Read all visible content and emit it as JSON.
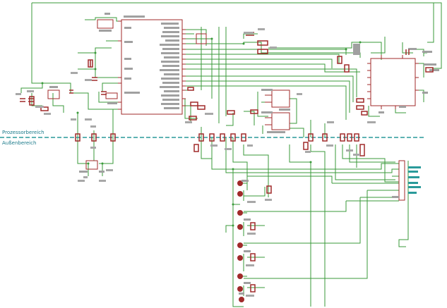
{
  "schematic": {
    "zones": {
      "upper_label": "Prozessorbereich",
      "lower_label": "Außenbereich"
    },
    "colors": {
      "wire": "#3a9a3a",
      "component": "#a02a2a",
      "part_text": "#8a8a8a",
      "boundary": "#2a9a9a",
      "background": "#ffffff"
    },
    "chips": [
      {
        "name": "microcontroller"
      },
      {
        "name": "driver-chip"
      },
      {
        "name": "opto-coupler-a"
      },
      {
        "name": "opto-coupler-b"
      },
      {
        "name": "regulator"
      },
      {
        "name": "oscillator"
      }
    ],
    "connector": {
      "name": "output-connector"
    },
    "transistor_stages": 5
  }
}
